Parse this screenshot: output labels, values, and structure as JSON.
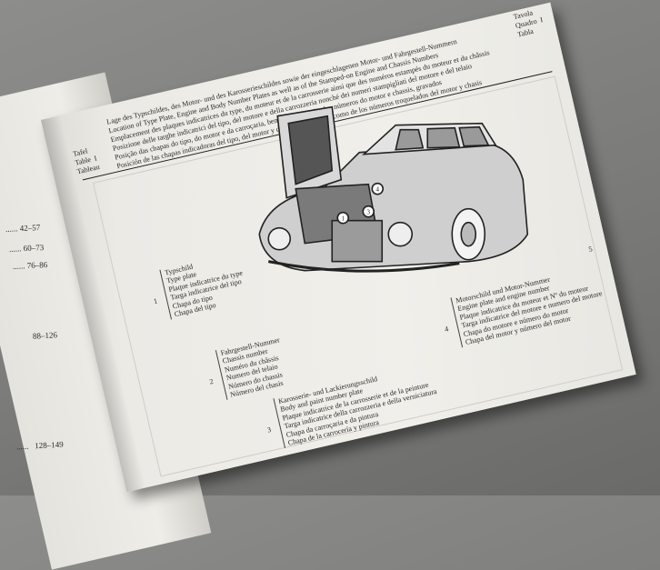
{
  "left_page": {
    "items": [
      "42–57",
      "60–73",
      "76–86",
      "88–126",
      "128–149"
    ]
  },
  "header": {
    "label_left": [
      "Tafel",
      "Table",
      "Tableau"
    ],
    "table_number": "I",
    "label_right": [
      "Tavola",
      "Quadro",
      "Tabla"
    ],
    "table_number_right": "I",
    "title_lines": [
      "Lage des Typschildes, des Motor- und des Karosserieschildes sowie der eingeschlagenen Motor- und Fahrgestell-Nummern",
      "Location of Type Plate, Engine and Body Number Plates as well as of the Stamped-on Engine and Chassis Numbers",
      "Emplacement des plaques indicatrices du type, du moteur et de la carrosserie ainsi que des numéros estampés du moteur et du châssis",
      "Posizione delle targhe indicatrici del tipo, del motore e della carrozzeria nonché dei numeri stampigliati del motore e del telaio",
      "Posição das chapas do tipo, do motor e da carroçaria, bem como posição dos números do motor e chassis, gravados",
      "Posición de las chapas indicadoras del tipo, del motor y de la carrocería, así como de los números troquelados del motor y chasis"
    ]
  },
  "captions": [
    {
      "number": "1",
      "lines": [
        "Typschild",
        "Type plate",
        "Plaque indicatrice du type",
        "Targa indicatrice del tipo",
        "Chapa do tipo",
        "Chapa del tipo"
      ]
    },
    {
      "number": "2",
      "lines": [
        "Fahrgestell-Nummer",
        "Chassis number",
        "Numéro du châssis",
        "Numero del telaio",
        "Número do chassis",
        "Número del chasis"
      ]
    },
    {
      "number": "3",
      "lines": [
        "Karosserie- und Lackierungsschild",
        "Body and paint number plate",
        "Plaque indicatrice de la carrosserie et de la peinture",
        "Targa indicatrice della carrozzeria e della verniciatura",
        "Chapa da carroçaria e da pintura",
        "Chapa de la carrocería y pintura"
      ]
    },
    {
      "number": "4",
      "lines": [
        "Motorschild und Motor-Nummer",
        "Engine plate and engine number",
        "Plaque indicatrice du moteur et Nº du moteur",
        "Targa indicatrice del motore e numero del motore",
        "Chapa do motore e número do motor",
        "Chapa del motor y número del motor"
      ]
    }
  ],
  "callouts": [
    "1",
    "3",
    "4"
  ],
  "page_number": "5"
}
